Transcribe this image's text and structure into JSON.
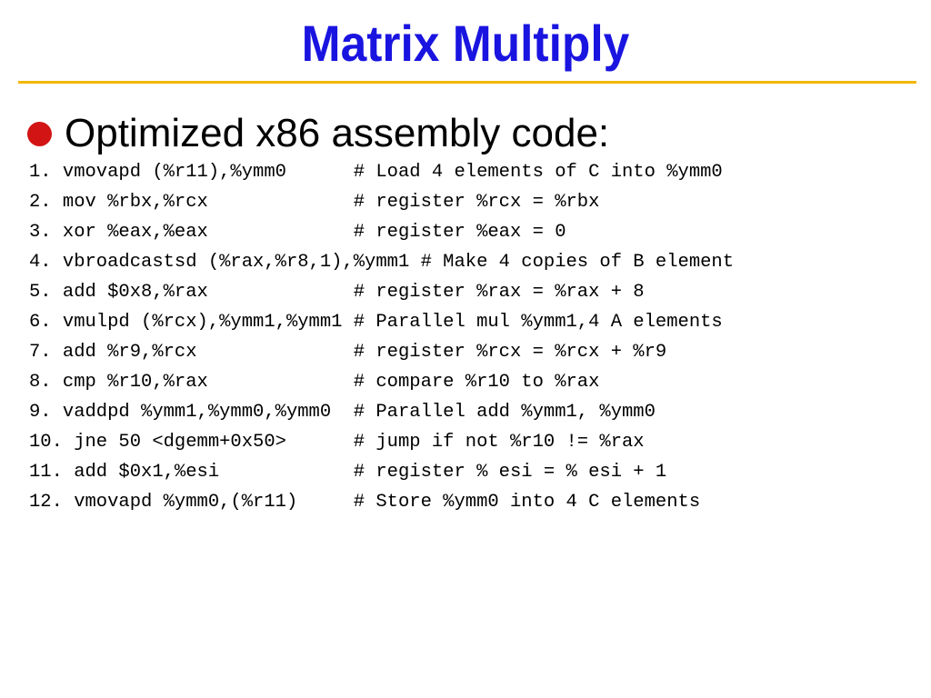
{
  "slide": {
    "title": "Matrix Multiply",
    "bullet": "Optimized x86 assembly code:",
    "code_lines": [
      "1. vmovapd (%r11),%ymm0      # Load 4 elements of C into %ymm0",
      "2. mov %rbx,%rcx             # register %rcx = %rbx",
      "3. xor %eax,%eax             # register %eax = 0",
      "4. vbroadcastsd (%rax,%r8,1),%ymm1 # Make 4 copies of B element",
      "5. add $0x8,%rax             # register %rax = %rax + 8",
      "6. vmulpd (%rcx),%ymm1,%ymm1 # Parallel mul %ymm1,4 A elements",
      "7. add %r9,%rcx              # register %rcx = %rcx + %r9",
      "8. cmp %r10,%rax             # compare %r10 to %rax",
      "9. vaddpd %ymm1,%ymm0,%ymm0  # Parallel add %ymm1, %ymm0",
      "10. jne 50 <dgemm+0x50>      # jump if not %r10 != %rax",
      "11. add $0x1,%esi            # register % esi = % esi + 1",
      "12. vmovapd %ymm0,(%r11)     # Store %ymm0 into 4 C elements"
    ]
  },
  "colors": {
    "title": "#1a14e0",
    "rule": "#f2b705",
    "bullet": "#d21414",
    "text": "#000000",
    "background": "#ffffff"
  }
}
